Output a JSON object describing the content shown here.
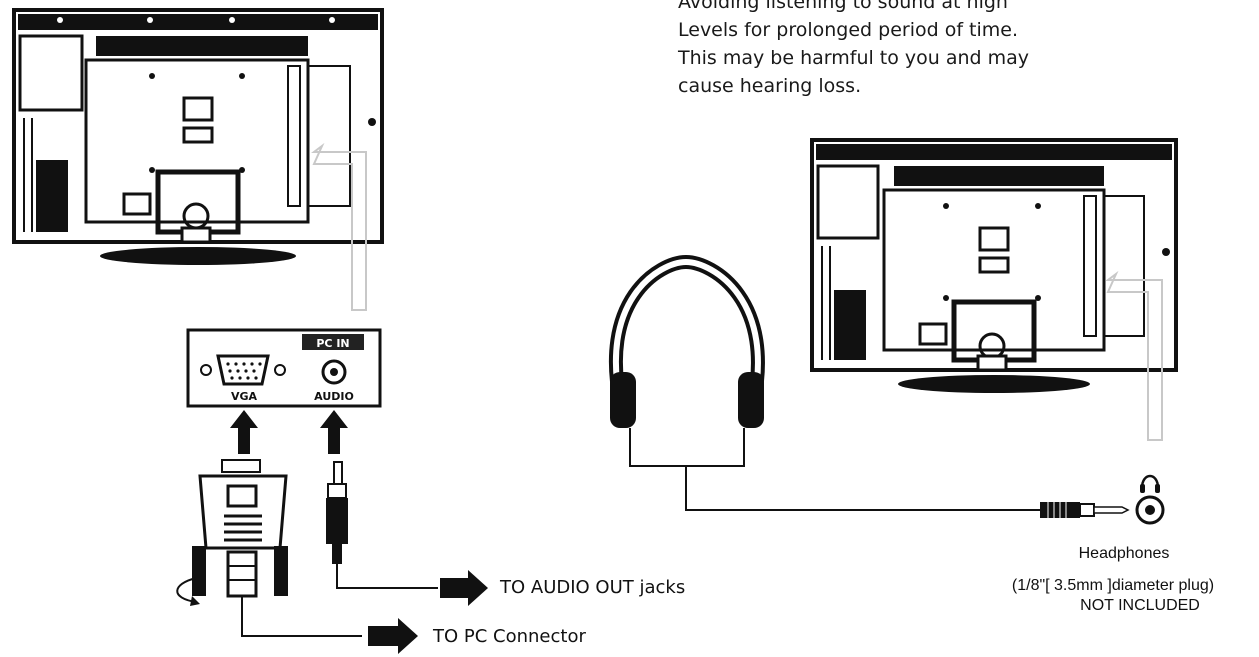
{
  "warning": {
    "lines": [
      "Avoiding listening to sound at high",
      "Levels for prolonged period of time.",
      "This may be harmful to you and may",
      "cause hearing loss."
    ]
  },
  "panel": {
    "badge": "PC IN",
    "vga_label": "VGA",
    "audio_label": "AUDIO"
  },
  "labels": {
    "audio_out": "TO AUDIO OUT jacks",
    "pc_connector": "TO PC Connector"
  },
  "headphones": {
    "title": "Headphones",
    "spec": "(1/8\"[ 3.5mm ]diameter plug)",
    "note": "NOT INCLUDED"
  },
  "icons": {
    "headphone_jack": "headphone-icon",
    "arrow": "right-arrow-icon"
  },
  "colors": {
    "ink": "#111111",
    "panel_badge": "#222222",
    "arrow_outline": "#c8c8c8"
  }
}
